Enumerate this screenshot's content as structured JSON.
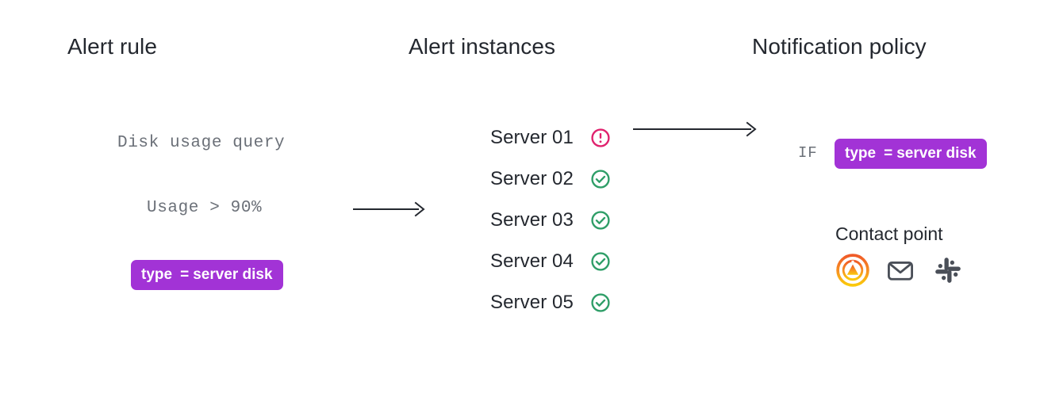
{
  "columns": {
    "alert_rule": {
      "title": "Alert rule",
      "query": "Disk usage query",
      "condition": "Usage > 90%",
      "label": {
        "key": "type",
        "op": "=",
        "value": "server disk"
      }
    },
    "alert_instances": {
      "title": "Alert instances",
      "rows": [
        {
          "name": "Server 01",
          "status": "alerting",
          "icon": "exclamation-circle-icon"
        },
        {
          "name": "Server 02",
          "status": "ok",
          "icon": "check-circle-icon"
        },
        {
          "name": "Server 03",
          "status": "ok",
          "icon": "check-circle-icon"
        },
        {
          "name": "Server 04",
          "status": "ok",
          "icon": "check-circle-icon"
        },
        {
          "name": "Server 05",
          "status": "ok",
          "icon": "check-circle-icon"
        }
      ]
    },
    "notification_policy": {
      "title": "Notification policy",
      "if_keyword": "IF",
      "matcher": {
        "key": "type",
        "op": "=",
        "value": "server disk"
      },
      "contact_point": {
        "title": "Contact point",
        "icons": [
          {
            "name": "grafana-logo-icon",
            "label": "Grafana"
          },
          {
            "name": "email-icon",
            "label": "Email"
          },
          {
            "name": "slack-icon",
            "label": "Slack"
          }
        ]
      }
    }
  },
  "arrows": [
    {
      "name": "arrow-rule-to-instances"
    },
    {
      "name": "arrow-instances-to-policy"
    }
  ],
  "colors": {
    "background": "#ffffff",
    "text": "#24282f",
    "mono_text": "#6b7078",
    "label_purple": "#a233d6",
    "status_alerting": "#e0226e",
    "status_ok": "#2f9e68",
    "icon_grey": "#4a4f58",
    "grafana_orange": "#f05a28",
    "grafana_yellow": "#fbca0a",
    "arrow": "#24282f"
  }
}
